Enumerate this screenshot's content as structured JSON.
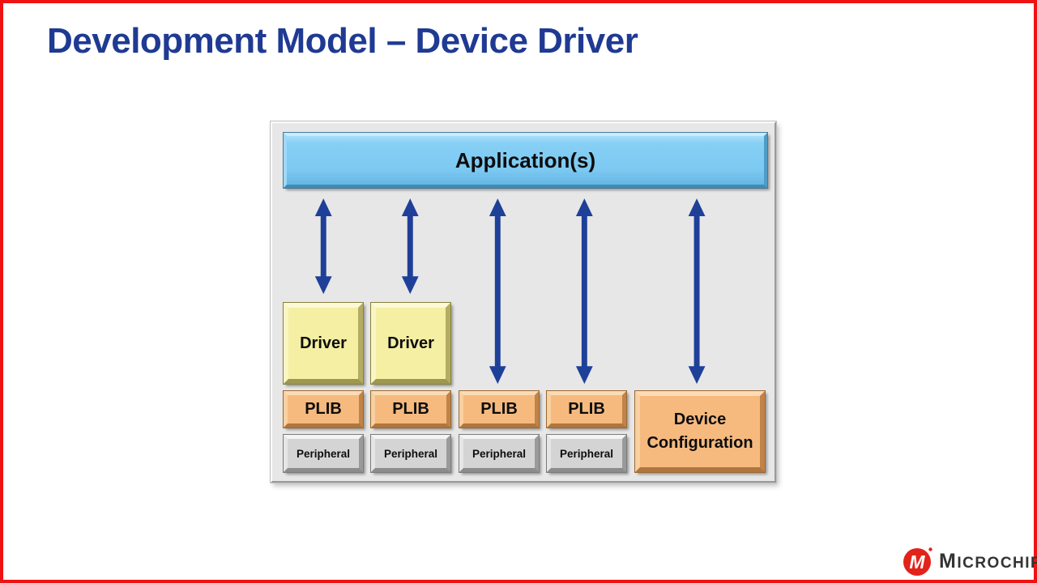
{
  "slide": {
    "title": "Development Model – Device Driver"
  },
  "diagram": {
    "application": {
      "label": "Application(s)"
    },
    "drivers": [
      {
        "label": "Driver"
      },
      {
        "label": "Driver"
      }
    ],
    "plibs": [
      {
        "label": "PLIB"
      },
      {
        "label": "PLIB"
      },
      {
        "label": "PLIB"
      },
      {
        "label": "PLIB"
      }
    ],
    "peripherals": [
      {
        "label": "Peripheral"
      },
      {
        "label": "Peripheral"
      },
      {
        "label": "Peripheral"
      },
      {
        "label": "Peripheral"
      }
    ],
    "device_configuration": {
      "label": "Device Configuration"
    },
    "arrows": [
      {
        "from": "application",
        "to": "driver-1",
        "type": "bidirectional"
      },
      {
        "from": "application",
        "to": "driver-2",
        "type": "bidirectional"
      },
      {
        "from": "application",
        "to": "plib-3",
        "type": "bidirectional"
      },
      {
        "from": "application",
        "to": "plib-4",
        "type": "bidirectional"
      },
      {
        "from": "application",
        "to": "device-configuration",
        "type": "bidirectional"
      }
    ],
    "colors": {
      "application_fill": "#7FCBF3",
      "driver_fill": "#F5EFA3",
      "plib_fill": "#F6BA7F",
      "peripheral_fill": "#D4D4D4",
      "panel_background": "#E7E7E7",
      "arrow": "#1F4098"
    }
  },
  "theme": {
    "title_color": "#1F3A93",
    "slide_border_color": "#EE1313",
    "logo_red": "#E2231A"
  },
  "footer": {
    "logo": {
      "initial": "M",
      "rest": "ICROCHIP"
    }
  }
}
